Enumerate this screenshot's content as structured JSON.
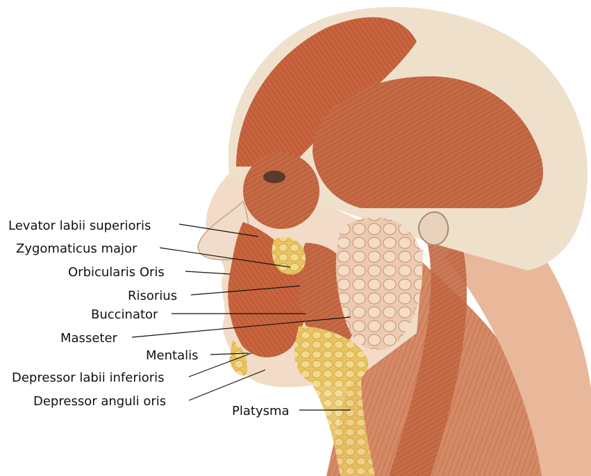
{
  "labels": {
    "levator": "Levator labii superioris",
    "zygomaticus": "Zygomaticus major",
    "orbicularis": "Orbicularis Oris",
    "risorius": "Risorius",
    "buccinator": "Buccinator",
    "masseter": "Masseter",
    "mentalis": "Mentalis",
    "depressor_labii": "Depressor labii inferioris",
    "depressor_anguli": "Depressor anguli oris",
    "platysma": "Platysma"
  },
  "colors": {
    "background": "#ffffff",
    "skin": "#f2dcc8",
    "muscle": "#c8653f",
    "muscle_dark": "#a84a2b",
    "fat": "#f0d27a",
    "gland": "#eecfb5",
    "tendon": "#efe0cc",
    "leader_line": "#111111"
  }
}
